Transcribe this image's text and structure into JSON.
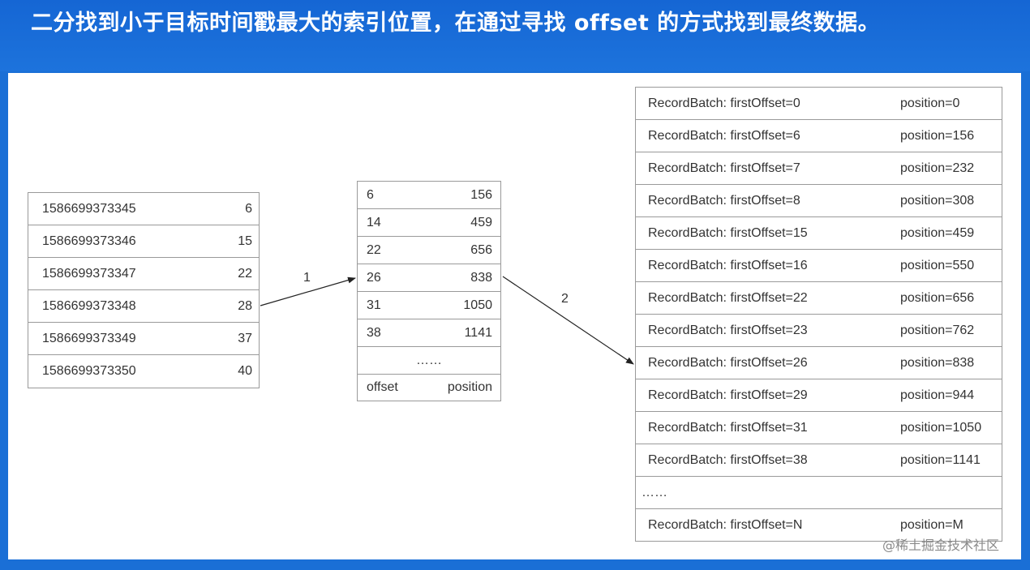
{
  "title": "二分找到小于目标时间戳最大的索引位置，在通过寻找 offset 的方式找到最终数据。",
  "timeindex": {
    "rows": [
      {
        "timestamp": "1586699373345",
        "offset": "6"
      },
      {
        "timestamp": "1586699373346",
        "offset": "15"
      },
      {
        "timestamp": "1586699373347",
        "offset": "22"
      },
      {
        "timestamp": "1586699373348",
        "offset": "28"
      },
      {
        "timestamp": "1586699373349",
        "offset": "37"
      },
      {
        "timestamp": "1586699373350",
        "offset": "40"
      }
    ]
  },
  "offsetindex": {
    "rows": [
      {
        "offset": "6",
        "position": "156"
      },
      {
        "offset": "14",
        "position": "459"
      },
      {
        "offset": "22",
        "position": "656"
      },
      {
        "offset": "26",
        "position": "838"
      },
      {
        "offset": "31",
        "position": "1050"
      },
      {
        "offset": "38",
        "position": "1141"
      }
    ],
    "ellipsis": "……",
    "header_offset": "offset",
    "header_position": "position"
  },
  "logfile": {
    "rows": [
      {
        "batch": "RecordBatch: firstOffset=0",
        "position": "position=0"
      },
      {
        "batch": "RecordBatch: firstOffset=6",
        "position": "position=156"
      },
      {
        "batch": "RecordBatch: firstOffset=7",
        "position": "position=232"
      },
      {
        "batch": "RecordBatch: firstOffset=8",
        "position": "position=308"
      },
      {
        "batch": "RecordBatch: firstOffset=15",
        "position": "position=459"
      },
      {
        "batch": "RecordBatch: firstOffset=16",
        "position": "position=550"
      },
      {
        "batch": "RecordBatch: firstOffset=22",
        "position": "position=656"
      },
      {
        "batch": "RecordBatch: firstOffset=23",
        "position": "position=762"
      },
      {
        "batch": "RecordBatch: firstOffset=26",
        "position": "position=838"
      },
      {
        "batch": "RecordBatch: firstOffset=29",
        "position": "position=944"
      },
      {
        "batch": "RecordBatch: firstOffset=31",
        "position": "position=1050"
      },
      {
        "batch": "RecordBatch: firstOffset=38",
        "position": "position=1141"
      }
    ],
    "ellipsis": "……",
    "last": {
      "batch": "RecordBatch: firstOffset=N",
      "position": "position=M"
    }
  },
  "arrows": {
    "step1": "1",
    "step2": "2"
  },
  "watermark": "@稀土掘金技术社区",
  "colors": {
    "header_blue": "#1a6fd6",
    "border": "#9a9a9a",
    "text": "#333333"
  }
}
